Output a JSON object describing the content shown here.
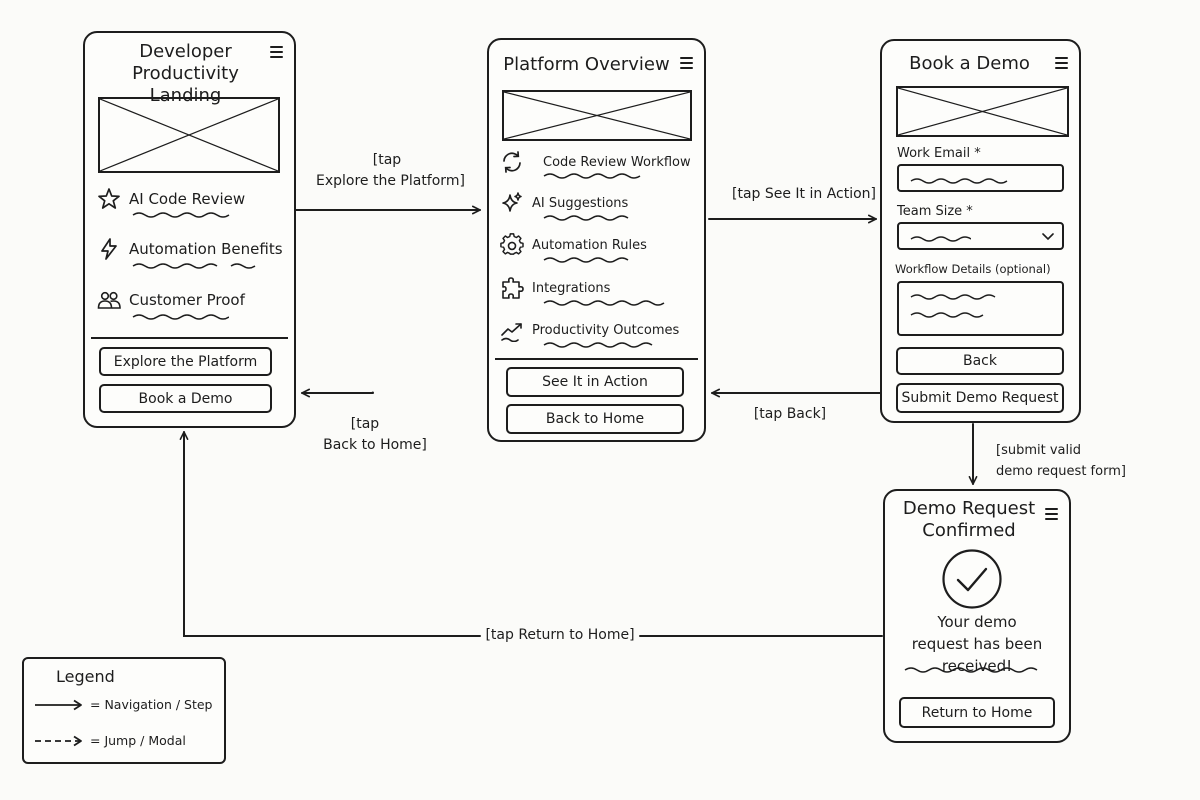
{
  "screens": {
    "landing": {
      "title": "Developer Productivity Landing",
      "items": [
        {
          "icon": "star-icon",
          "label": "AI Code Review"
        },
        {
          "icon": "lightning-icon",
          "label": "Automation Benefits"
        },
        {
          "icon": "people-icon",
          "label": "Customer Proof"
        }
      ],
      "buttons": {
        "explore": "Explore the Platform",
        "book": "Book a Demo"
      }
    },
    "platform": {
      "title": "Platform Overview",
      "items": [
        {
          "icon": "refresh-icon",
          "label": "Code Review Workflow"
        },
        {
          "icon": "sparkle-icon",
          "label": "AI Suggestions"
        },
        {
          "icon": "gear-icon",
          "label": "Automation Rules"
        },
        {
          "icon": "puzzle-icon",
          "label": "Integrations"
        },
        {
          "icon": "trend-up-icon",
          "label": "Productivity Outcomes"
        }
      ],
      "buttons": {
        "action": "See It in Action",
        "back": "Back to Home"
      }
    },
    "demo": {
      "title": "Book a Demo",
      "fields": {
        "email": "Work Email *",
        "team": "Team Size *",
        "details": "Workflow Details (optional)"
      },
      "buttons": {
        "back": "Back",
        "submit": "Submit Demo Request"
      }
    },
    "confirmed": {
      "title": "Demo Request Confirmed",
      "message": "Your demo request has been received!",
      "button": "Return to Home"
    }
  },
  "transitions": {
    "explore": {
      "line1": "[tap",
      "line2": "Explore the Platform]"
    },
    "see_action": "[tap See It in Action]",
    "back_home": {
      "line1": "[tap",
      "line2": "Back to Home]"
    },
    "tap_back": "[tap Back]",
    "submit": {
      "line1": "[submit valid",
      "line2": "demo request form]"
    },
    "return_home": "[tap Return to Home]"
  },
  "legend": {
    "title": "Legend",
    "navigation": "= Navigation / Step",
    "jump": "= Jump / Modal"
  }
}
